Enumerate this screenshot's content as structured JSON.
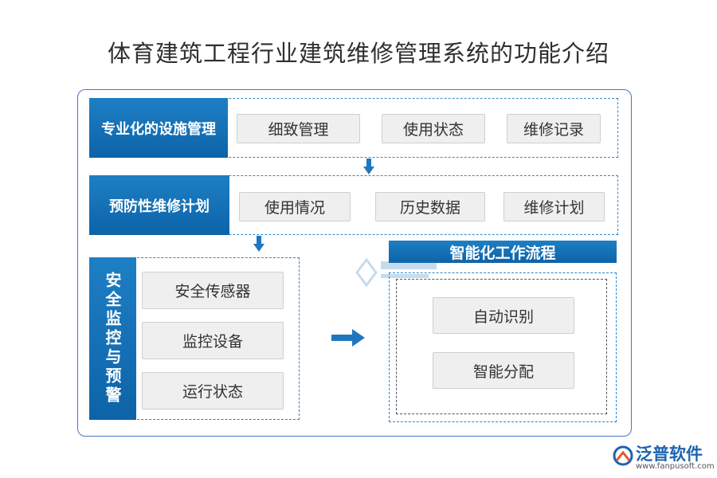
{
  "title": "体育建筑工程行业建筑维修管理系统的功能介绍",
  "sections": [
    {
      "label": "专业化的设施管理",
      "items": [
        "细致管理",
        "使用状态",
        "维修记录"
      ]
    },
    {
      "label": "预防性维修计划",
      "items": [
        "使用情况",
        "历史数据",
        "维修计划"
      ]
    },
    {
      "label": "安全监控与预警",
      "items": [
        "安全传感器",
        "监控设备",
        "运行状态"
      ]
    },
    {
      "label": "智能化工作流程",
      "items": [
        "自动识别",
        "智能分配"
      ]
    }
  ],
  "logo": {
    "name": "泛普软件",
    "url": "www.fanpusoft.com"
  },
  "colors": {
    "accent": "#1273bb",
    "border": "#4a74c9",
    "item_bg": "#efefef"
  }
}
